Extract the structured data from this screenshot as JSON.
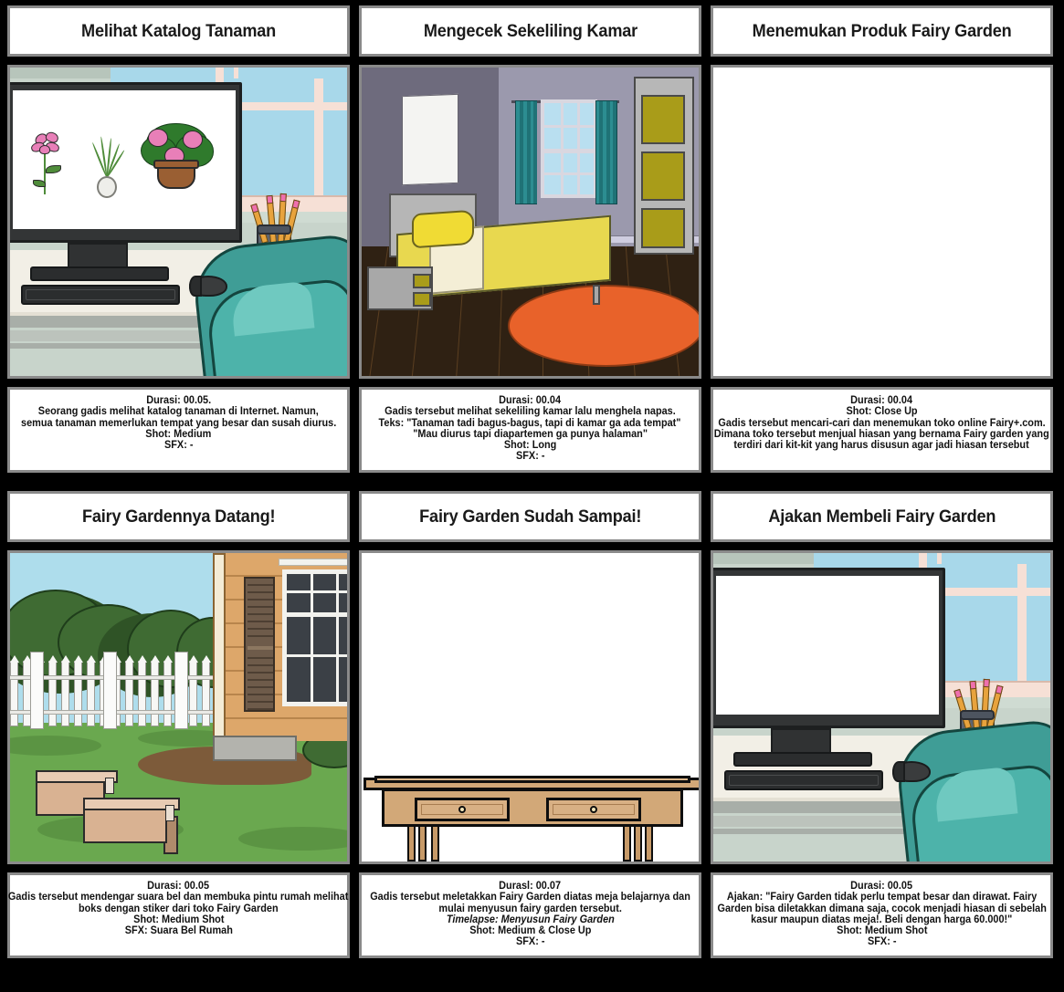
{
  "board": {
    "panels": [
      {
        "title": "Melihat Katalog Tanaman",
        "scene": "desk-with-plant-catalog",
        "caption": [
          "Durasi: 00.05.",
          "Seorang gadis melihat katalog tanaman di Internet. Namun,",
          "semua tanaman memerlukan tempat yang besar dan susah diurus.",
          "Shot: Medium",
          "SFX: -"
        ]
      },
      {
        "title": "Mengecek Sekeliling Kamar",
        "scene": "bedroom",
        "caption": [
          "Durasi: 00.04",
          "Gadis tersebut melihat sekeliling kamar lalu menghela napas.",
          "Teks: \"Tanaman tadi bagus-bagus, tapi di kamar ga ada tempat\"",
          "\"Mau diurus tapi diapartemen ga punya halaman\"",
          "Shot: Long",
          "SFX: -"
        ]
      },
      {
        "title": "Menemukan Produk Fairy Garden",
        "scene": "blank",
        "caption": [
          "Durasi: 00.04",
          "Shot: Close Up",
          "Gadis tersebut mencari-cari dan menemukan toko online Fairy+.com.",
          "Dimana toko tersebut menjual hiasan yang bernama Fairy garden yang",
          "terdiri dari kit-kit yang harus disusun agar jadi hiasan tersebut"
        ]
      },
      {
        "title": "Fairy Gardennya Datang!",
        "scene": "yard-with-boxes",
        "caption": [
          "Durasi: 00.05",
          "Gadis tersebut mendengar suara bel dan membuka pintu rumah melihat",
          "boks dengan stiker dari toko Fairy Garden",
          "Shot: Medium Shot",
          "SFX: Suara Bel Rumah"
        ]
      },
      {
        "title": "Fairy Garden Sudah Sampai!",
        "scene": "wooden-desk",
        "caption": [
          "Durasl: 00.07",
          "Gadis tersebut meletakkan Fairy Garden diatas meja belajarnya dan",
          "mulai menyusun fairy garden tersebut.",
          "Timelapse: Menyusun Fairy Garden",
          "Shot: Medium & Close Up",
          "SFX: -"
        ],
        "caption_italic_index": 3
      },
      {
        "title": "Ajakan Membeli Fairy Garden",
        "scene": "desk-blank-monitor",
        "caption": [
          "Durasi: 00.05",
          "Ajakan: \"Fairy Garden tidak perlu tempat besar dan dirawat. Fairy",
          "Garden bisa diletakkan dimana saja, cocok menjadi hiasan di sebelah",
          "kasur maupun diatas meja!. Beli dengan harga 60.000!\"",
          "Shot: Medium Shot",
          "SFX: -"
        ]
      }
    ]
  },
  "colors": {
    "background": "#000000",
    "card_background": "#ffffff",
    "card_border": "#8a8a8a",
    "text": "#111111",
    "desk_wall": "#c8d4cb",
    "window_glass": "#a8d8ea",
    "chair_teal": "#3f9d96",
    "bedroom_wall": "#9b99ad",
    "bed_yellow": "#e8d84f",
    "rug_orange": "#e8622a",
    "grass_green": "#6aa84f",
    "house_siding": "#dda76a",
    "box_cardboard": "#d9b292",
    "table_wood": "#d2a878"
  }
}
